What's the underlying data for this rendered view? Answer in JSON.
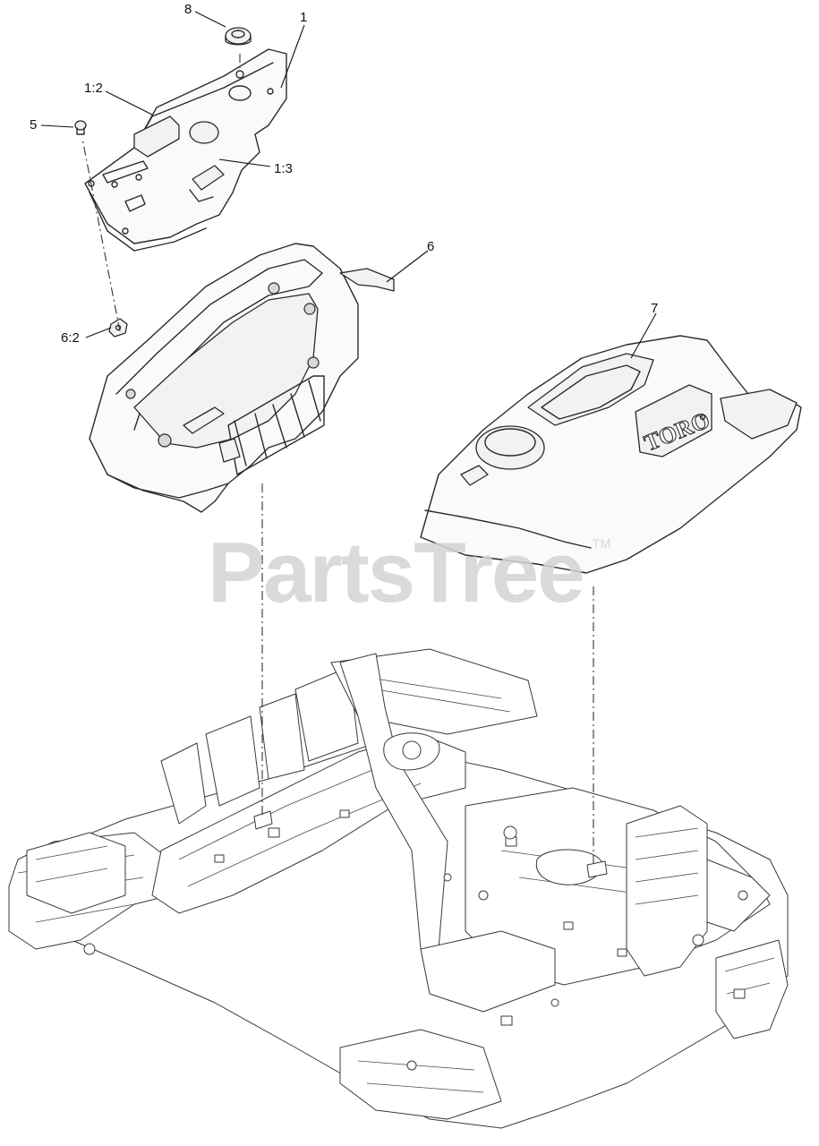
{
  "callouts": [
    {
      "id": "c-8",
      "label": "8"
    },
    {
      "id": "c-1",
      "label": "1"
    },
    {
      "id": "c-1-2",
      "label": "1:2"
    },
    {
      "id": "c-5",
      "label": "5"
    },
    {
      "id": "c-1-3",
      "label": "1:3"
    },
    {
      "id": "c-6",
      "label": "6"
    },
    {
      "id": "c-6-2",
      "label": "6:2"
    },
    {
      "id": "c-7",
      "label": "7"
    }
  ],
  "watermark": {
    "text": "PartsTree",
    "trademark": "TM"
  },
  "logo": {
    "text": "TORO"
  }
}
